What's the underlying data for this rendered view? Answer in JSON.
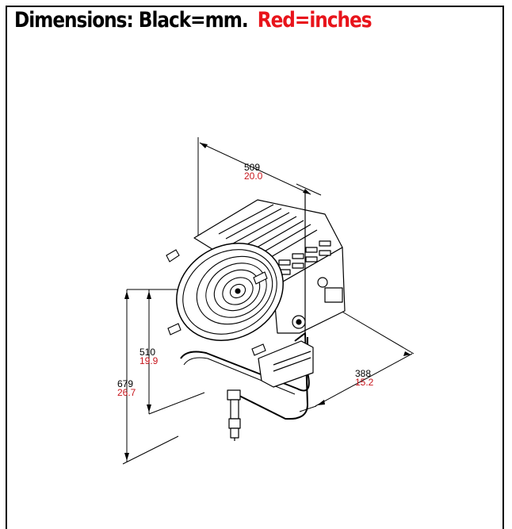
{
  "title": {
    "black": "Dimensions: Black=mm.",
    "red": "Red=inches"
  },
  "dims": {
    "width": {
      "mm": "509",
      "in": "20.0"
    },
    "height": {
      "mm": "510",
      "in": "19.9"
    },
    "total_height": {
      "mm": "679",
      "in": "26.7"
    },
    "depth": {
      "mm": "388",
      "in": "15.2"
    }
  },
  "colors": {
    "black": "#000000",
    "red": "#c8161d",
    "title_red": "#e8141b"
  }
}
